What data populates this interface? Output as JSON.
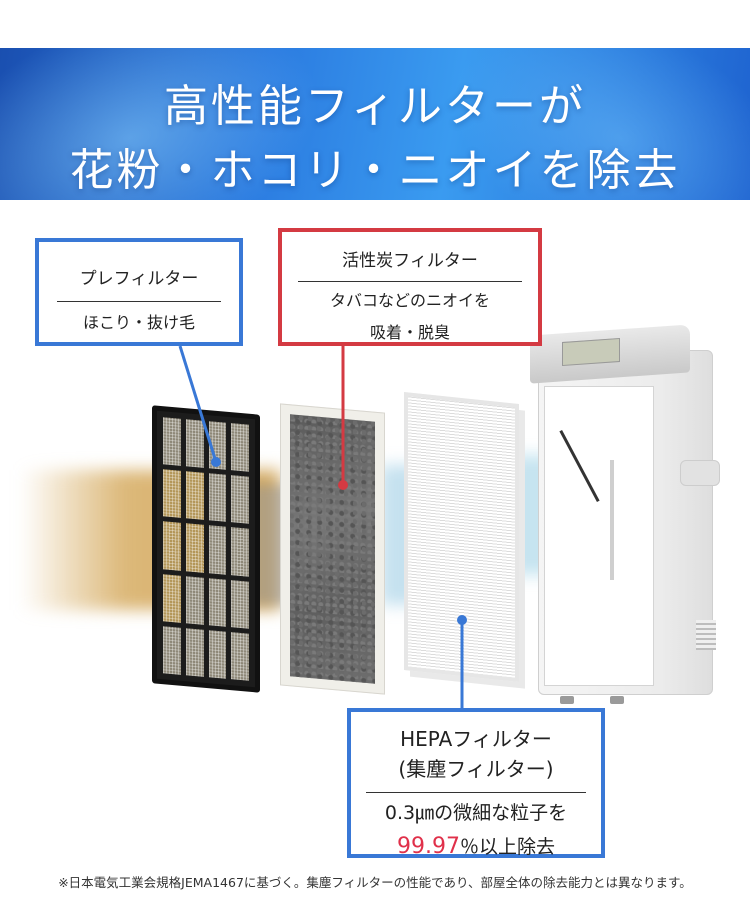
{
  "banner": {
    "line1": "高性能フィルターが",
    "line2": "花粉・ホコリ・ニオイを除去"
  },
  "callouts": {
    "prefilter": {
      "title": "プレフィルター",
      "desc": "ほこり・抜け毛"
    },
    "carbon": {
      "title": "活性炭フィルター",
      "desc_line1": "タバコなどのニオイを",
      "desc_line2": "吸着・脱臭"
    },
    "hepa": {
      "title_line1": "HEPAフィルター",
      "title_line2": "(集塵フィルター)",
      "desc_line1": "0.3㎛の微細な粒子を",
      "desc_value": "99.97",
      "desc_suffix": "％以上除去"
    }
  },
  "colors": {
    "blue_accent": "#3978d6",
    "red_accent": "#d43a42",
    "highlight": "#e0304a"
  },
  "footnote": "※日本電気工業会規格JEMA1467に基づく。集塵フィルターの性能であり、部屋全体の除去能力とは異なります。"
}
